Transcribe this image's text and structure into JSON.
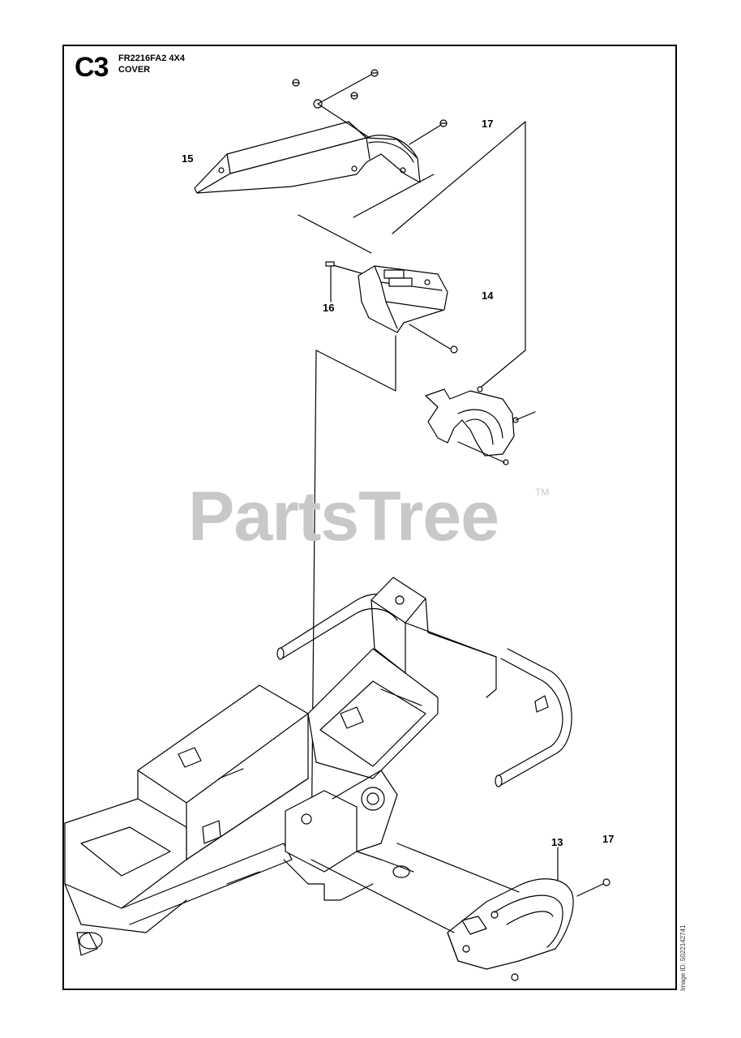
{
  "header": {
    "section_code": "C3",
    "model": "FR2216FA2 4X4",
    "subtitle": "COVER"
  },
  "callouts": [
    {
      "id": "callout-15",
      "label": "15"
    },
    {
      "id": "callout-17-top",
      "label": "17"
    },
    {
      "id": "callout-14",
      "label": "14"
    },
    {
      "id": "callout-16",
      "label": "16"
    },
    {
      "id": "callout-13",
      "label": "13"
    },
    {
      "id": "callout-17-bottom",
      "label": "17"
    }
  ],
  "watermark": {
    "text": "PartsTree",
    "trademark": "TM"
  },
  "side_id": "Image ID: 5022142741",
  "colors": {
    "line": "#000000",
    "watermark": "#c8c8c8",
    "background": "#ffffff"
  }
}
